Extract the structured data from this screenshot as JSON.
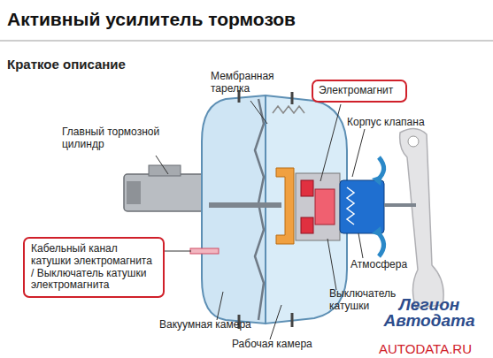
{
  "diagram": {
    "title": "Активный усилитель тормозов",
    "nodes": [
      {
        "text": [
          "Электромагнит"
        ]
      },
      {
        "text": [
          "Кабельный канал катушки электромагнита / Выключатель катушки электромагнита"
        ]
      }
    ],
    "labels": [
      "Краткое описание",
      "Мембранная тарелка",
      "Корпус клапана",
      "Главный тормозной цилиндр",
      "Атмосфера",
      "Выключатель катушки",
      "Вакуумная камера",
      "Рабочая камера",
      "Легион Автодата",
      "AUTODATA.RU"
    ]
  }
}
